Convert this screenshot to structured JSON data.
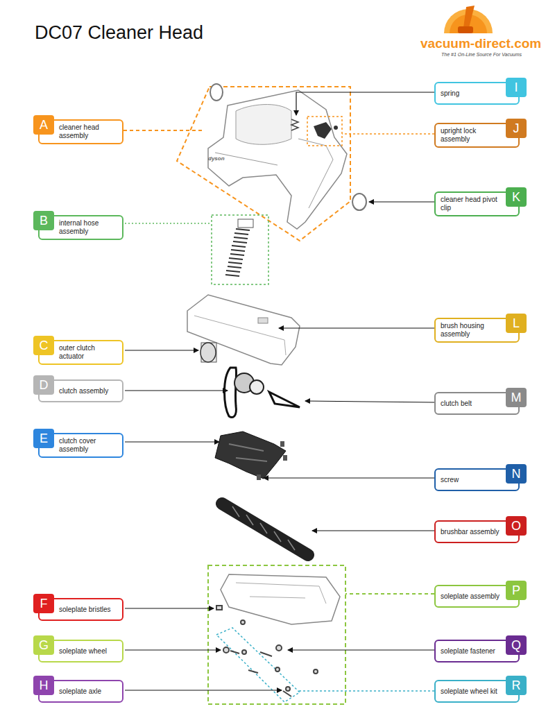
{
  "diagram": {
    "title": "DC07 Cleaner Head",
    "nodes": [
      {
        "text": [
          "I",
          "spring"
        ]
      },
      {
        "text": [
          "A",
          "cleaner head assembly"
        ]
      },
      {
        "text": [
          "J",
          "upright lock assembly"
        ]
      },
      {
        "text": [
          "K",
          "cleaner head pivot clip"
        ]
      },
      {
        "text": [
          "B",
          "internal hose assembly"
        ]
      },
      {
        "text": [
          "L",
          "brush housing assembly"
        ]
      },
      {
        "text": [
          "C",
          "outer clutch actuator"
        ]
      },
      {
        "text": [
          "D",
          "clutch assembly"
        ]
      },
      {
        "text": [
          "M",
          "clutch belt"
        ]
      },
      {
        "text": [
          "E",
          "clutch cover assembly"
        ]
      },
      {
        "text": [
          "N",
          "screw"
        ]
      },
      {
        "text": [
          "O",
          "brushbar assembly"
        ]
      },
      {
        "text": [
          "P",
          "soleplate assembly"
        ]
      },
      {
        "text": [
          "F",
          "soleplate bristles"
        ]
      },
      {
        "text": [
          "G",
          "soleplate wheel"
        ]
      },
      {
        "text": [
          "Q",
          "soleplate fastener"
        ]
      },
      {
        "text": [
          "H",
          "soleplate axle"
        ]
      },
      {
        "text": [
          "R",
          "soleplate wheel kit"
        ]
      }
    ],
    "labels": [
      "vacuum-direct.com",
      "The #1 On-Line Source For Vacuums",
      "dyson"
    ]
  }
}
